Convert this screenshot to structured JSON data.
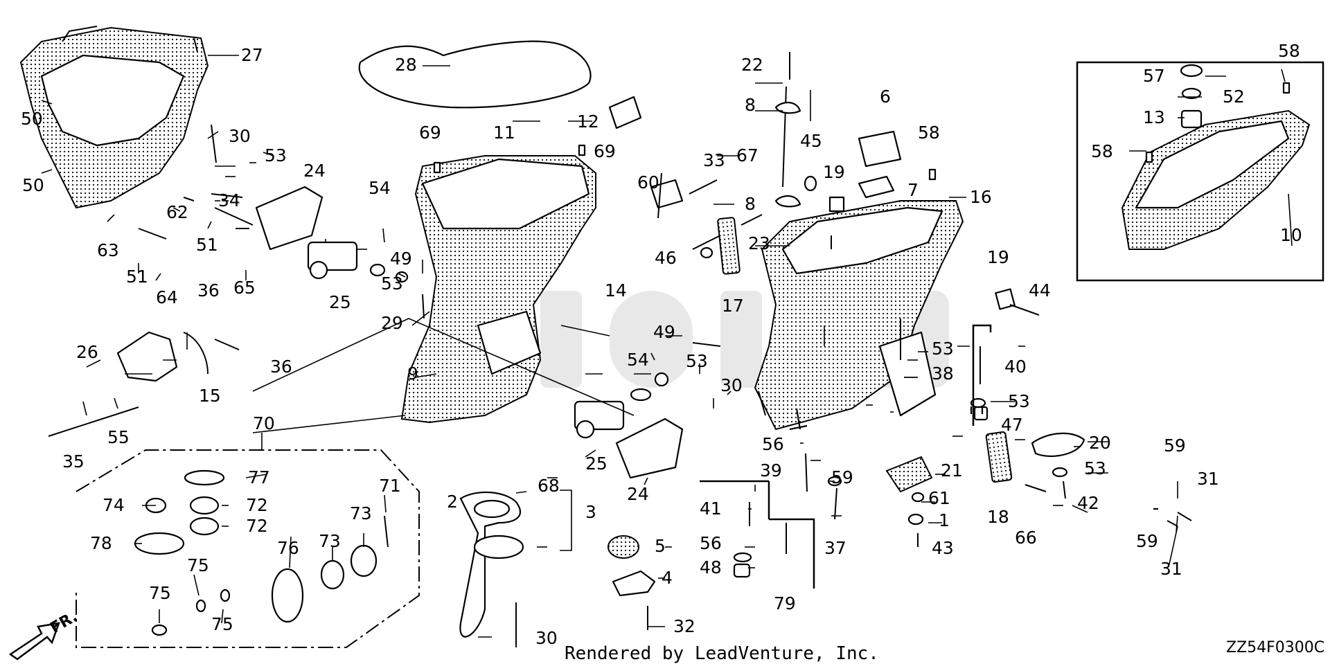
{
  "labels": {
    "l1": "1",
    "l2": "2",
    "l3": "3",
    "l4": "4",
    "l5": "5",
    "l6": "6",
    "l7": "7",
    "l8a": "8",
    "l8b": "8",
    "l9": "9",
    "l10": "10",
    "l11": "11",
    "l12": "12",
    "l13": "13",
    "l14": "14",
    "l15": "15",
    "l16": "16",
    "l17": "17",
    "l18": "18",
    "l19a": "19",
    "l19b": "19",
    "l20": "20",
    "l21": "21",
    "l22": "22",
    "l23": "23",
    "l24a": "24",
    "l24b": "24",
    "l25a": "25",
    "l25b": "25",
    "l26": "26",
    "l27": "27",
    "l28": "28",
    "l29": "29",
    "l30a": "30",
    "l30b": "30",
    "l30c": "30",
    "l31a": "31",
    "l31b": "31",
    "l32": "32",
    "l33": "33",
    "l34": "34",
    "l35": "35",
    "l36a": "36",
    "l36b": "36",
    "l37": "37",
    "l38": "38",
    "l39": "39",
    "l40": "40",
    "l41": "41",
    "l42": "42",
    "l43": "43",
    "l44": "44",
    "l45": "45",
    "l46": "46",
    "l47": "47",
    "l48": "48",
    "l49a": "49",
    "l49b": "49",
    "l50a": "50",
    "l50b": "50",
    "l51a": "51",
    "l51b": "51",
    "l52": "52",
    "l53a": "53",
    "l53b": "53",
    "l53c": "53",
    "l53d": "53",
    "l53e": "53",
    "l53f": "53",
    "l54a": "54",
    "l54b": "54",
    "l55": "55",
    "l56a": "56",
    "l56b": "56",
    "l57": "57",
    "l58a": "58",
    "l58b": "58",
    "l58c": "58",
    "l59a": "59",
    "l59b": "59",
    "l59c": "59",
    "l60": "60",
    "l61": "61",
    "l62": "62",
    "l63": "63",
    "l64": "64",
    "l65": "65",
    "l66": "66",
    "l67": "67",
    "l68": "68",
    "l69a": "69",
    "l69b": "69",
    "l70": "70",
    "l71": "71",
    "l72a": "72",
    "l72b": "72",
    "l73a": "73",
    "l73b": "73",
    "l74": "74",
    "l75a": "75",
    "l75b": "75",
    "l75c": "75",
    "l76": "76",
    "l77": "77",
    "l78": "78",
    "l79": "79"
  },
  "footer": {
    "rendered_by": "Rendered by LeadVenture, Inc.",
    "diagram_code": "ZZ54F0300C",
    "front_indicator": "FR."
  },
  "colors": {
    "ink": "#000000",
    "paper": "#ffffff",
    "watermark": "#e8e8e8"
  }
}
